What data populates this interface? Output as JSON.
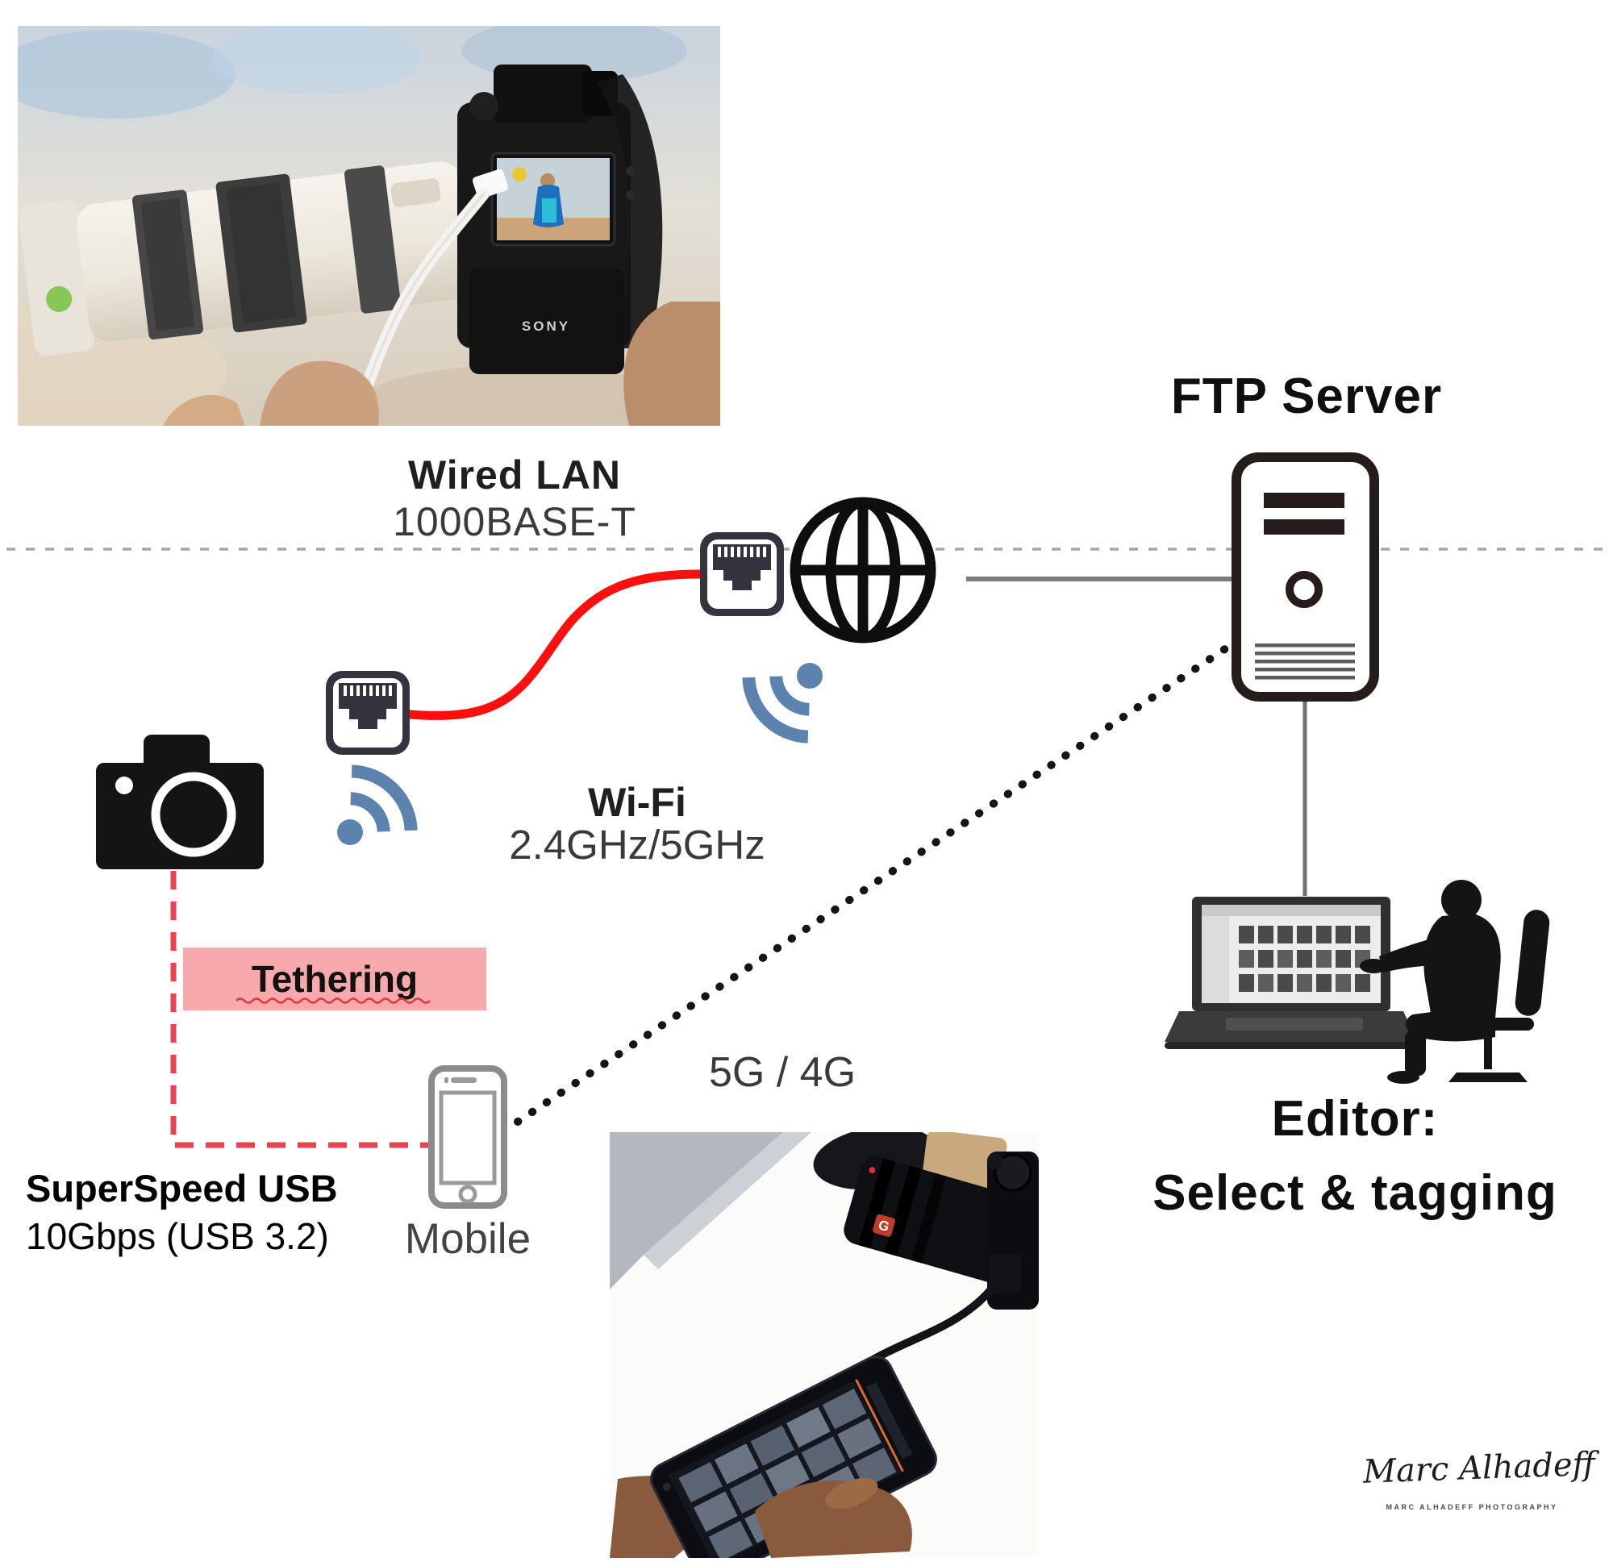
{
  "page": {
    "background": "#ffffff"
  },
  "colors": {
    "ink": "#161616",
    "red_cable": "#ff0e0e",
    "red_dashed": "#e8434e",
    "wifi_blue": "#5b83ad",
    "tether_pink": "#f8a9ab",
    "squiggle_red": "#e03c3c",
    "boundary_dash_gray": "#a6a6a6",
    "connector_gray": "#7d7d7d",
    "dotted_black": "#151515"
  },
  "labels": {
    "ftp_server": "FTP Server",
    "wired_lan_line1": "Wired LAN",
    "wired_lan_line2": "1000BASE-T",
    "wifi_line1": "Wi-Fi",
    "wifi_line2": "2.4GHz/5GHz",
    "cellular": "5G / 4G",
    "mobile": "Mobile",
    "tethering": "Tethering",
    "usb_line1": "SuperSpeed USB",
    "usb_line2": "10Gbps (USB 3.2)",
    "editor_line1": "Editor:",
    "editor_line2": "Select & tagging"
  },
  "photo_top": {
    "camera_brand": "SONY"
  },
  "photo_bottom": {
    "lens_badge": "G"
  },
  "watermark": {
    "signature": "Marc Alhadeff",
    "caption": "MARC ALHADEFF PHOTOGRAPHY"
  }
}
